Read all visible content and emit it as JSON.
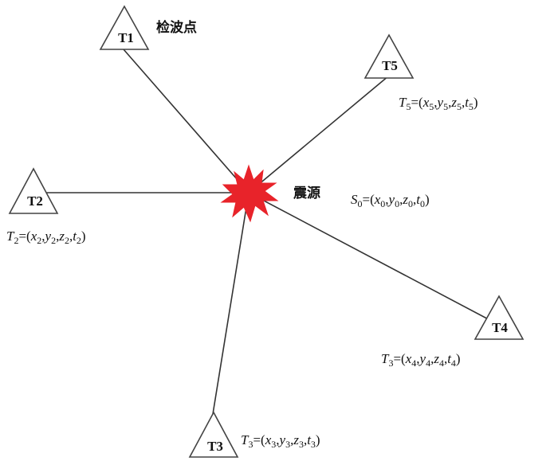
{
  "diagram": {
    "source_label": "震源",
    "receiver_label": "检波点",
    "source_formula": {
      "main": "S",
      "sub": "0",
      "vars": [
        "x",
        "y",
        "z",
        "t"
      ],
      "subs": [
        "0",
        "0",
        "0",
        "0"
      ]
    },
    "receivers": [
      {
        "name": "T1"
      },
      {
        "name": "T2",
        "formula": {
          "main": "T",
          "sub": "2",
          "vars": [
            "x",
            "y",
            "z",
            "t"
          ],
          "subs": [
            "2",
            "2",
            "2",
            "2"
          ]
        }
      },
      {
        "name": "T3",
        "formula": {
          "main": "T",
          "sub": "3",
          "vars": [
            "x",
            "y",
            "z",
            "t"
          ],
          "subs": [
            "3",
            "3",
            "3",
            "3"
          ]
        }
      },
      {
        "name": "T4",
        "formula": {
          "main": "T",
          "sub": "3",
          "vars": [
            "x",
            "y",
            "z",
            "t"
          ],
          "subs": [
            "4",
            "4",
            "4",
            "4"
          ]
        }
      },
      {
        "name": "T5",
        "formula": {
          "main": "T",
          "sub": "5",
          "vars": [
            "x",
            "y",
            "z",
            "t"
          ],
          "subs": [
            "5",
            "5",
            "5",
            "5"
          ]
        }
      }
    ],
    "colors": {
      "source_fill": "#e8232a",
      "line": "#333333",
      "triangle_stroke": "#444444",
      "text": "#111111"
    }
  }
}
